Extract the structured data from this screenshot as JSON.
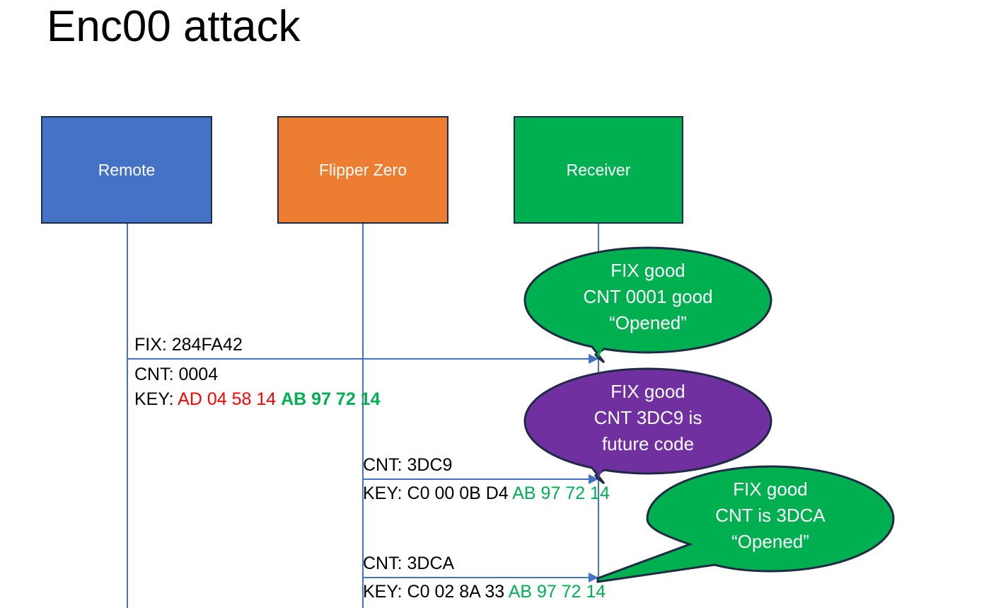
{
  "slide": {
    "title": "Enc00 attack",
    "background": "#ffffff"
  },
  "colors": {
    "remote": "#4472C4",
    "flipper": "#ED7D31",
    "receiver": "#00B050",
    "callout_good": "#00B050",
    "callout_future": "#7030A0",
    "lifeline": "#4472C4",
    "key_red": "#FF0000",
    "key_green": "#00B050",
    "outline": "#1F2A44",
    "text": "#000000"
  },
  "actors": [
    {
      "id": "remote",
      "label": "Remote"
    },
    {
      "id": "flipper",
      "label": "Flipper Zero"
    },
    {
      "id": "receiver",
      "label": "Receiver"
    }
  ],
  "messages": [
    {
      "id": "msg1",
      "from": "remote",
      "to": "receiver",
      "lines": [
        {
          "id": "fix",
          "text": "FIX: 284FA42"
        },
        {
          "id": "cnt",
          "text": "CNT: 0004"
        },
        {
          "id": "key_prefix",
          "text": "KEY: "
        },
        {
          "id": "key_first_half",
          "text": "AD 04 58 14",
          "color": "#FF0000"
        },
        {
          "id": "key_second_half",
          "text": "AB 97 72 14",
          "color": "#00B050",
          "bold": true
        }
      ]
    },
    {
      "id": "msg2",
      "from": "flipper",
      "to": "receiver",
      "lines": [
        {
          "id": "cnt",
          "text": "CNT: 3DC9"
        },
        {
          "id": "key_prefix",
          "text": "KEY: C0 00 0B D4 "
        },
        {
          "id": "key_second_half",
          "text": "AB 97 72 14",
          "color": "#00B050"
        }
      ]
    },
    {
      "id": "msg3",
      "from": "flipper",
      "to": "receiver",
      "lines": [
        {
          "id": "cnt",
          "text": "CNT: 3DCA"
        },
        {
          "id": "key_prefix",
          "text": "KEY: C0 02 8A 33 "
        },
        {
          "id": "key_second_half",
          "text": "AB 97 72 14",
          "color": "#00B050"
        }
      ]
    }
  ],
  "callouts": [
    {
      "id": "callout1",
      "fill": "#00B050",
      "line1": "FIX good",
      "line2": "CNT 0001 good",
      "line3": "“Opened”"
    },
    {
      "id": "callout2",
      "fill": "#7030A0",
      "line1": "FIX good",
      "line2": "CNT 3DC9 is",
      "line3": "future code"
    },
    {
      "id": "callout3",
      "fill": "#00B050",
      "line1": "FIX good",
      "line2": "CNT is 3DCA",
      "line3": "“Opened”"
    }
  ]
}
